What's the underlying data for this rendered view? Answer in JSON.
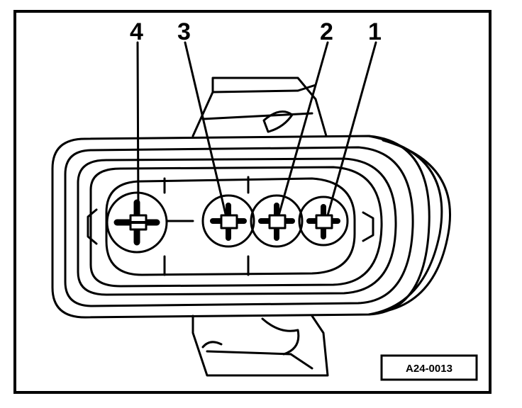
{
  "callouts": {
    "pin_4": "4",
    "pin_3": "3",
    "pin_2": "2",
    "pin_1": "1"
  },
  "reference_code": "A24-0013",
  "colors": {
    "ink": "#000000",
    "paper": "#ffffff"
  }
}
